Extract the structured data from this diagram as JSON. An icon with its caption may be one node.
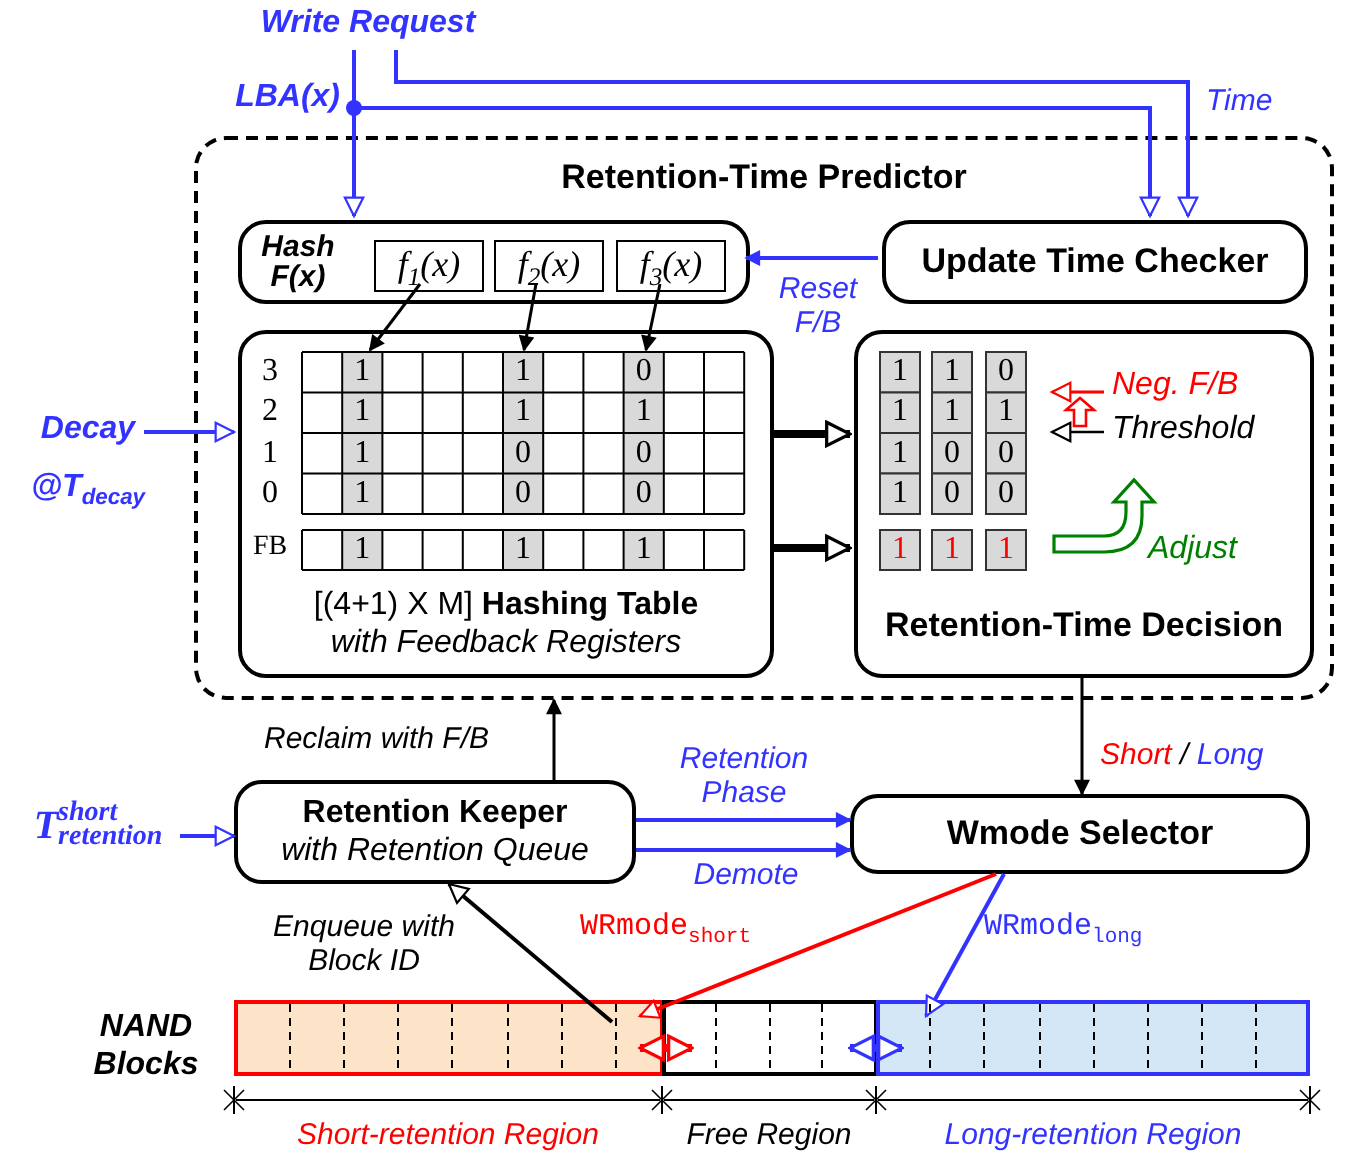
{
  "diagram": {
    "nodes": [
      {
        "text": [
          "Write Request"
        ]
      },
      {
        "text": [
          "Retention-Time Predictor"
        ]
      },
      {
        "text": [
          "Hash F(x)"
        ],
        "in": 1
      },
      {
        "text": [
          "f$_{1}$(x)"
        ],
        "in": 2
      },
      {
        "text": [
          "f$_{2}$(x)"
        ],
        "in": 2
      },
      {
        "text": [
          "f$_{3}$(x)"
        ],
        "in": 2
      },
      {
        "text": [
          "Update Time Checker"
        ],
        "in": 1
      },
      {
        "text": [
          "[(4+1) X M] **Hashing Table**",
          "with Feedback Registers"
        ],
        "in": 1
      },
      {
        "text": [
          "Retention-Time Decision"
        ],
        "in": 1
      },
      {
        "text": [
          "Decay @T$_{decay}$"
        ]
      },
      {
        "text": [
          "Retention Keeper",
          "with Retention Queue"
        ]
      },
      {
        "text": [
          "Wmode Selector"
        ]
      },
      {
        "text": [
          "T$^{short}$$_{retention}$"
        ]
      },
      {
        "text": [],
        "shape": "bar"
      },
      {
        "text": [],
        "shape": "bar"
      },
      {
        "text": [],
        "shape": "bar"
      }
    ],
    "edges": [
      {
        "from": 0,
        "to": 2,
        "arrow": "to",
        "label": "LBA(x)"
      },
      {
        "from": 0,
        "to": 6,
        "arrow": "to"
      },
      {
        "from": 0,
        "to": 6,
        "arrow": "to",
        "label": "Time"
      },
      {
        "from": 3,
        "to": 7,
        "arrow": "to",
        "color": "#000000"
      },
      {
        "from": 4,
        "to": 7,
        "arrow": "to",
        "color": "#000000"
      },
      {
        "from": 5,
        "to": 7,
        "arrow": "to",
        "color": "#000000"
      },
      {
        "from": 6,
        "to": 2,
        "arrow": "to",
        "label": "Reset F/B"
      },
      {
        "from": 9,
        "to": 7,
        "arrow": "to"
      },
      {
        "from": 7,
        "to": 8,
        "arrow": "to",
        "style": "thick",
        "color": "#000000"
      },
      {
        "from": 7,
        "to": 8,
        "arrow": "to",
        "style": "thick",
        "color": "#000000"
      },
      {
        "from": 8,
        "to": 11,
        "arrow": "to",
        "label": "Short / Long",
        "color": "#000000"
      },
      {
        "from": 12,
        "to": 10,
        "arrow": "to"
      },
      {
        "from": 10,
        "to": 1,
        "arrow": "to",
        "label": "Reclaim with F/B",
        "color": "#000000"
      },
      {
        "from": 10,
        "to": 11,
        "arrow": "to",
        "label": "Retention Phase"
      },
      {
        "from": 10,
        "to": 11,
        "arrow": "to",
        "label": "Demote"
      },
      {
        "from": 11,
        "to": 13,
        "arrow": "to",
        "label": "WRmode$_{short}$",
        "color": "#ff0000"
      },
      {
        "from": 11,
        "to": 15,
        "arrow": "to",
        "label": "WRmode$_{long}$"
      },
      {
        "from": 13,
        "to": 10,
        "arrow": "to",
        "label": "Enqueue with Block ID",
        "color": "#000000"
      },
      {
        "from": 13,
        "to": 14,
        "arrow": "both",
        "style": "thick",
        "color": "#ff0000"
      },
      {
        "from": 14,
        "to": 15,
        "arrow": "both",
        "style": "thick"
      }
    ],
    "labels": [
      "3",
      "1",
      "1",
      "0",
      "2",
      "1",
      "1",
      "1",
      "1",
      "1",
      "0",
      "0",
      "0",
      "1",
      "0",
      "0",
      "FB",
      "1",
      "1",
      "1",
      "1",
      "1",
      "0",
      "1",
      "1",
      "1",
      "1",
      "0",
      "0",
      "1",
      "0",
      "0",
      "1",
      "1",
      "1",
      "Neg. F/B",
      "Threshold",
      "Adjust",
      "NAND Blocks",
      "Short-retention Region",
      "Free Region",
      "Long-retention Region"
    ]
  }
}
